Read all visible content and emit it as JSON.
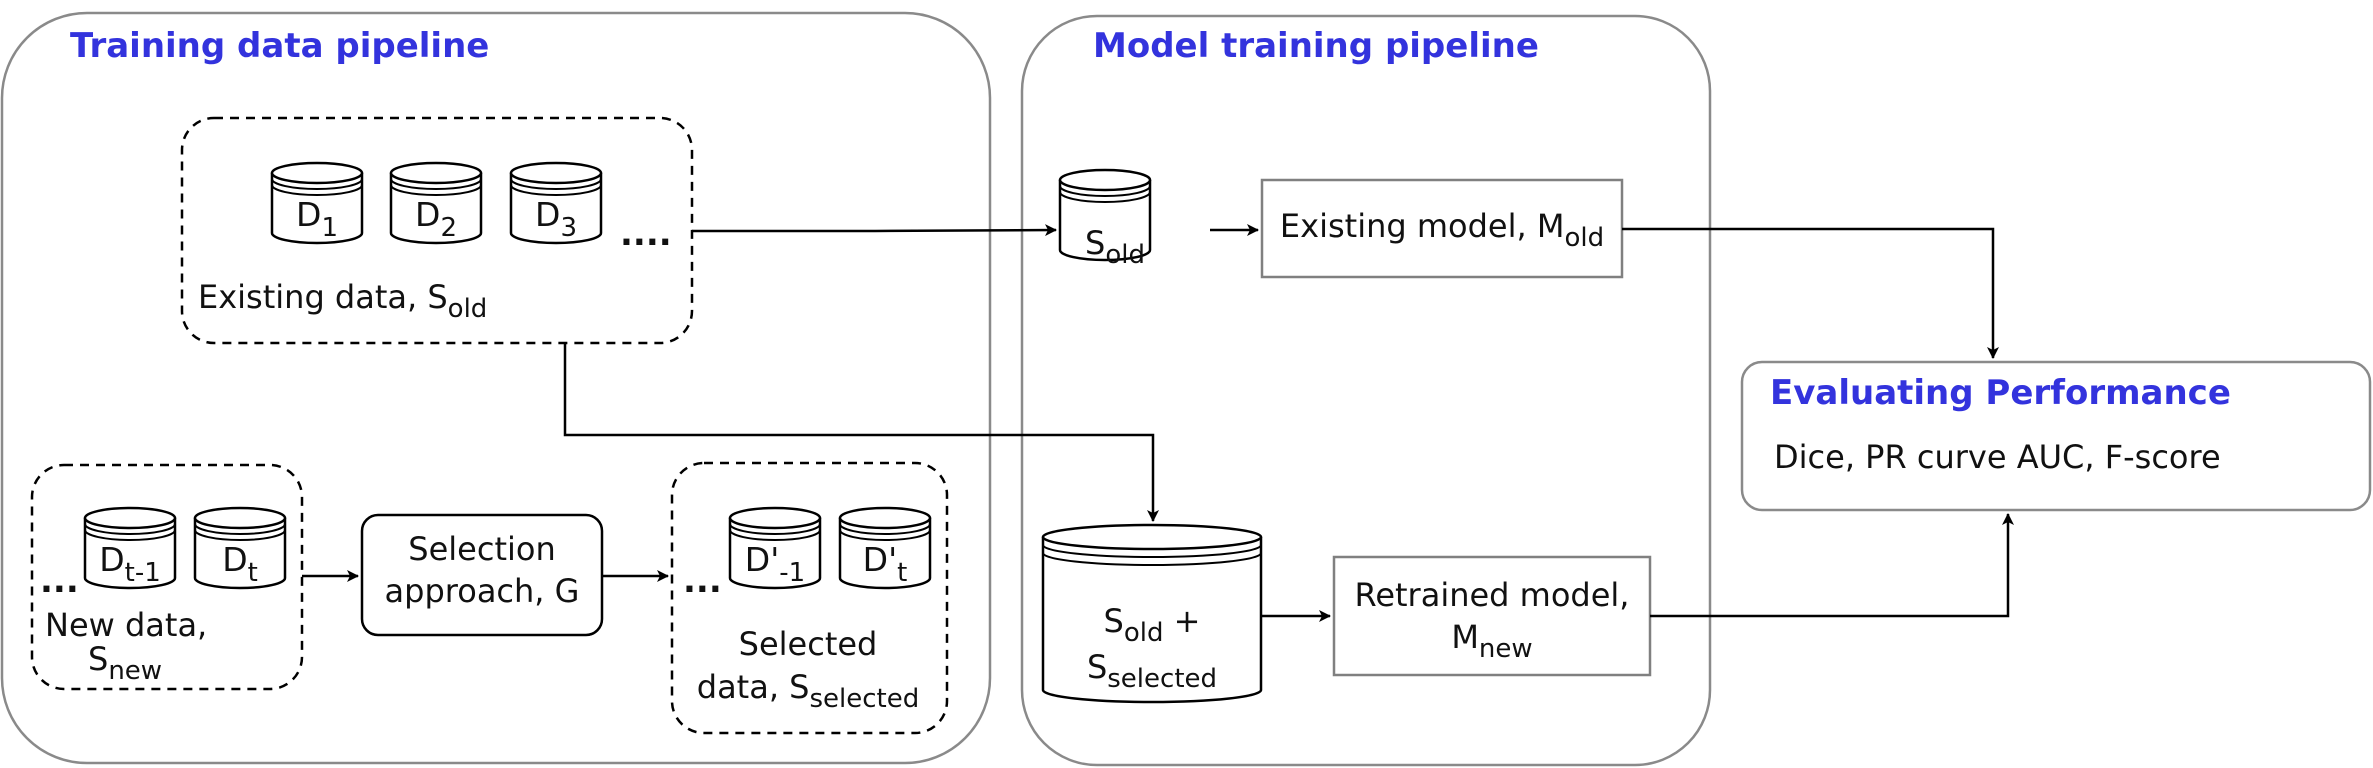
{
  "colors": {
    "panel_title": "#3333dd",
    "panel_border": "#8a8a8a",
    "line": "#000000",
    "box_border": "#808080"
  },
  "training_panel": {
    "title": "Training data pipeline",
    "existing_group": {
      "databases": [
        {
          "label": "D",
          "sub": "1"
        },
        {
          "label": "D",
          "sub": "2"
        },
        {
          "label": "D",
          "sub": "3"
        }
      ],
      "ellipsis": "....",
      "caption": "Existing data, S",
      "caption_sub": "old"
    },
    "new_group": {
      "ellipsis": "...",
      "databases": [
        {
          "label": "D",
          "sub": "t-1"
        },
        {
          "label": "D",
          "sub": "t"
        }
      ],
      "caption_line1": "New data,",
      "caption_line2": "S",
      "caption_line2_sub": "new"
    },
    "selection_box": {
      "line1": "Selection",
      "line2": "approach, G"
    },
    "selected_group": {
      "ellipsis": "...",
      "databases": [
        {
          "label": "D'",
          "sub": "-1"
        },
        {
          "label": "D'",
          "sub": "t"
        }
      ],
      "caption_line1": "Selected",
      "caption_line2": "data, S",
      "caption_line2_sub": "selected"
    }
  },
  "model_panel": {
    "title": "Model training pipeline",
    "old_db": {
      "label": "S",
      "sub": "old"
    },
    "existing_model": {
      "text": "Existing model, M",
      "sub": "old"
    },
    "combined_db": {
      "line1": "S",
      "line1_sub": "old",
      "line1_suffix": " +",
      "line2": "S",
      "line2_sub": "selected"
    },
    "retrained_model": {
      "line1": "Retrained model,",
      "line2": "M",
      "line2_sub": "new"
    }
  },
  "evaluation": {
    "title": "Evaluating Performance",
    "metrics": "Dice, PR curve AUC, F-score"
  }
}
